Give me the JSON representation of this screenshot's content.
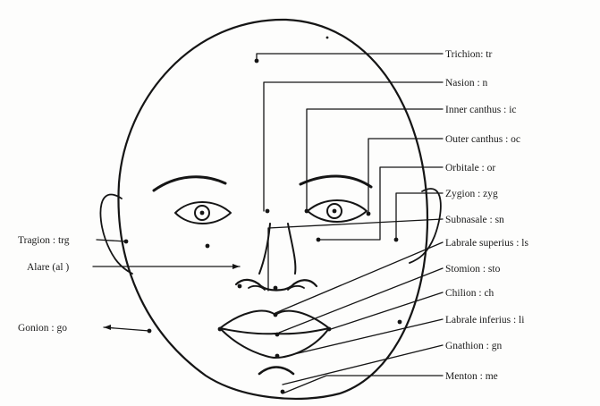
{
  "right_labels": [
    "Trichion: tr",
    "Nasion : n",
    "Inner canthus : ic",
    "Outer canthus : oc",
    "Orbitale : or",
    "Zygion : zyg",
    "Subnasale : sn",
    "Labrale superius : ls",
    "Stomion : sto",
    "Chilion : ch",
    "Labrale inferius : li",
    "Gnathion : gn",
    "Menton : me"
  ],
  "left_labels": [
    "Tragion : trg",
    "Alare (al )",
    "Gonion : go"
  ]
}
